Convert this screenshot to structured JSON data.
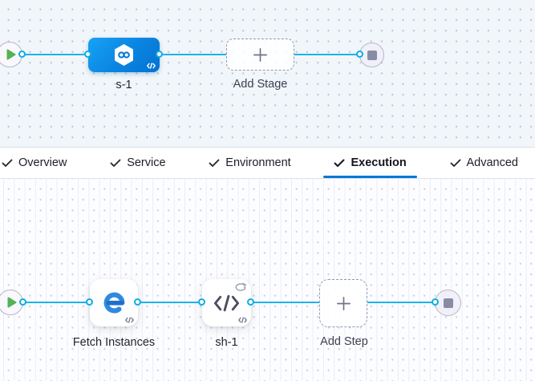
{
  "stage_graph": {
    "stage_name": "s-1",
    "add_stage_label": "Add Stage"
  },
  "tab_bar": {
    "active_tab": "Execution",
    "tabs": [
      {
        "label": "Overview",
        "completed": true
      },
      {
        "label": "Service",
        "completed": true
      },
      {
        "label": "Environment",
        "completed": true
      },
      {
        "label": "Execution",
        "completed": true
      },
      {
        "label": "Advanced",
        "completed": true
      }
    ]
  },
  "execution_graph": {
    "step_1_name": "Fetch Instances",
    "step_2_name": "sh-1",
    "add_step_label": "Add Step"
  },
  "icons": {
    "start": "play-triangle",
    "end": "stop-square",
    "stage": "hexagon-infinity",
    "step_1": "blue-swirl-e",
    "step_2": "code-brackets",
    "loop": "repeat-arrows",
    "add": "plus",
    "tab_check": "checkmark",
    "code_badge": "</>"
  },
  "colors": {
    "connector_blue": "#1fb2ec",
    "stage_gradient_start": "#17a2f5",
    "stage_gradient_end": "#0472d1",
    "active_tab_underline": "#0278d5",
    "play_green": "#55b257",
    "stop_gray": "#878ca6",
    "canvas_top_bg": "#f1f6fa",
    "canvas_bottom_bg": "#fdfdff"
  }
}
